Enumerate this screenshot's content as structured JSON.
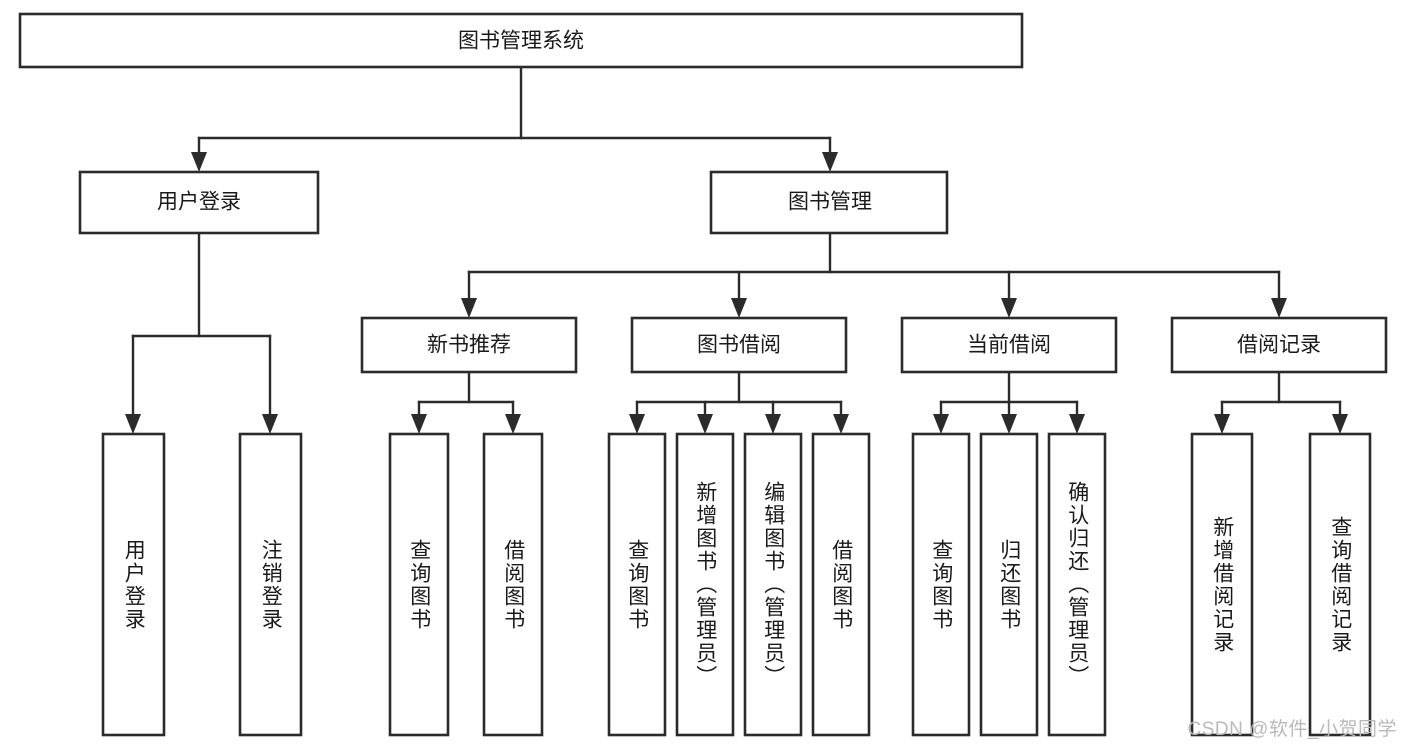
{
  "diagram": {
    "title": "图书管理系统",
    "type": "tree",
    "orientation": "top-down",
    "watermark": "CSDN @软件_小贺同学",
    "colors": {
      "stroke": "#2b2b2b",
      "fill": "#ffffff",
      "text": "#1a1a1a",
      "watermark": "#b9b9b9",
      "background": "#ffffff"
    },
    "levels": [
      {
        "level": 0,
        "nodes": [
          {
            "id": "root",
            "label": "图书管理系统",
            "orientation": "horizontal"
          }
        ]
      },
      {
        "level": 1,
        "nodes": [
          {
            "id": "login",
            "label": "用户登录",
            "orientation": "horizontal",
            "parent": "root"
          },
          {
            "id": "bookmgmt",
            "label": "图书管理",
            "orientation": "horizontal",
            "parent": "root"
          }
        ]
      },
      {
        "level": 2,
        "nodes": [
          {
            "id": "newbook",
            "label": "新书推荐",
            "orientation": "horizontal",
            "parent": "bookmgmt"
          },
          {
            "id": "borrow",
            "label": "图书借阅",
            "orientation": "horizontal",
            "parent": "bookmgmt"
          },
          {
            "id": "current",
            "label": "当前借阅",
            "orientation": "horizontal",
            "parent": "bookmgmt"
          },
          {
            "id": "records",
            "label": "借阅记录",
            "orientation": "horizontal",
            "parent": "bookmgmt"
          }
        ]
      },
      {
        "level": 3,
        "nodes": [
          {
            "id": "leaf-user-login",
            "label": "用户登录",
            "orientation": "vertical",
            "parent": "login"
          },
          {
            "id": "leaf-user-logout",
            "label": "注销登录",
            "orientation": "vertical",
            "parent": "login"
          },
          {
            "id": "leaf-new-query",
            "label": "查询图书",
            "orientation": "vertical",
            "parent": "newbook"
          },
          {
            "id": "leaf-new-borrow",
            "label": "借阅图书",
            "orientation": "vertical",
            "parent": "newbook"
          },
          {
            "id": "leaf-borrow-query",
            "label": "查询图书",
            "orientation": "vertical",
            "parent": "borrow"
          },
          {
            "id": "leaf-borrow-add",
            "label": "新增图书（管理员）",
            "orientation": "vertical",
            "parent": "borrow"
          },
          {
            "id": "leaf-borrow-edit",
            "label": "编辑图书（管理员）",
            "orientation": "vertical",
            "parent": "borrow"
          },
          {
            "id": "leaf-borrow-lend",
            "label": "借阅图书",
            "orientation": "vertical",
            "parent": "borrow"
          },
          {
            "id": "leaf-cur-query",
            "label": "查询图书",
            "orientation": "vertical",
            "parent": "current"
          },
          {
            "id": "leaf-cur-return",
            "label": "归还图书",
            "orientation": "vertical",
            "parent": "current"
          },
          {
            "id": "leaf-cur-confirm",
            "label": "确认归还（管理员）",
            "orientation": "vertical",
            "parent": "current"
          },
          {
            "id": "leaf-rec-add",
            "label": "新增借阅记录",
            "orientation": "vertical",
            "parent": "records"
          },
          {
            "id": "leaf-rec-query",
            "label": "查询借阅记录",
            "orientation": "vertical",
            "parent": "records"
          }
        ]
      }
    ]
  }
}
